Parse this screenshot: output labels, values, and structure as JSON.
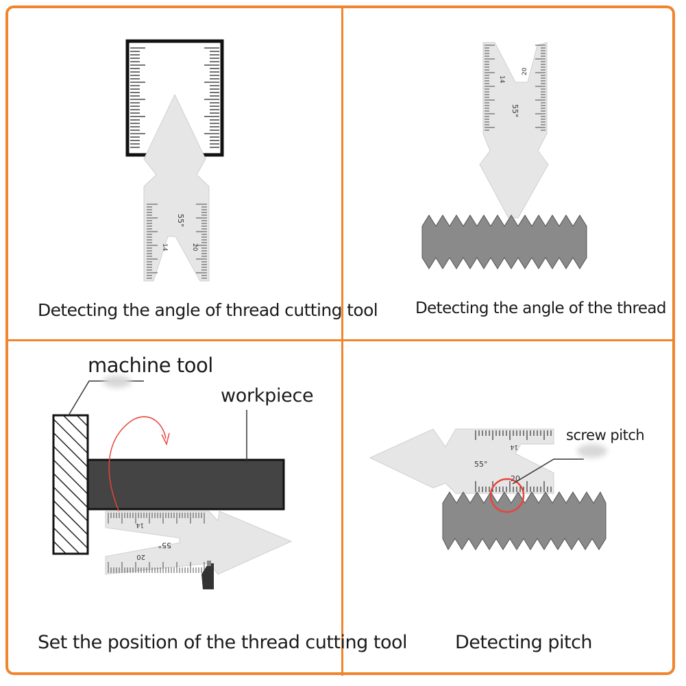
{
  "panels": [
    {
      "id": "tool-angle",
      "caption": "Detecting the angle of thread cutting tool"
    },
    {
      "id": "thread-angle",
      "caption": "Detecting the angle of the thread"
    },
    {
      "id": "tool-position",
      "caption": "Set the position of the thread cutting tool"
    },
    {
      "id": "pitch",
      "caption": "Detecting pitch"
    }
  ],
  "labels": {
    "machine_tool": "machine tool",
    "workpiece": "workpiece",
    "screw_pitch": "screw pitch"
  },
  "gauge_marks": {
    "angle": "55°",
    "n14": "14",
    "n20": "20"
  },
  "colors": {
    "frame": "#f0852d",
    "gauge_fill": "#e4e4e4",
    "thread_fill": "#8a8a8a",
    "workpiece_fill": "#444444",
    "arrow": "#e8433a",
    "pitch_circle": "#e8433a"
  }
}
